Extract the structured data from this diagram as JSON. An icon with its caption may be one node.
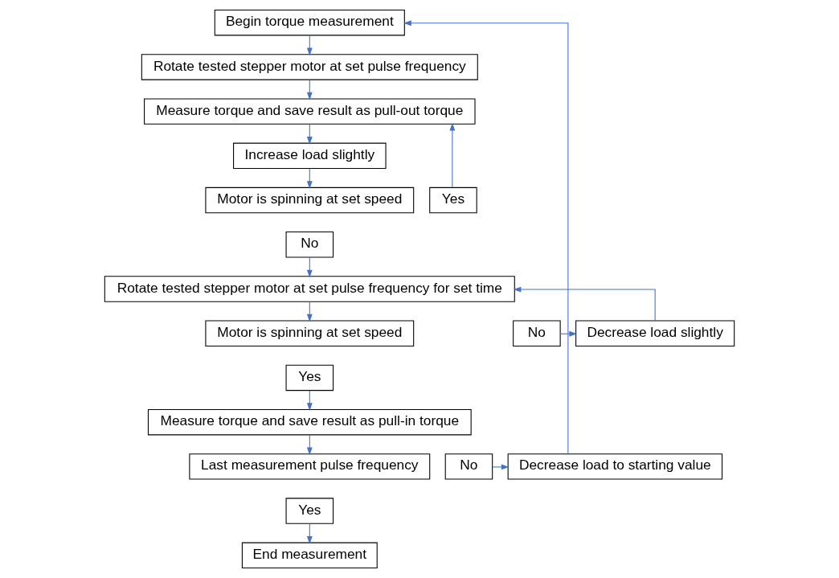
{
  "diagram": {
    "nodes": [
      {
        "text": [
          "Begin torque measurement"
        ]
      },
      {
        "text": [
          "Rotate tested stepper motor at set pulse frequency"
        ]
      },
      {
        "text": [
          "Measure torque and save result as pull-out torque"
        ]
      },
      {
        "text": [
          "Increase load slightly"
        ]
      },
      {
        "text": [
          "Motor is spinning at set speed"
        ]
      },
      {
        "text": [
          "Yes"
        ]
      },
      {
        "text": [
          "No"
        ]
      },
      {
        "text": [
          "Rotate tested stepper motor at set pulse frequency for set time"
        ]
      },
      {
        "text": [
          "Motor is spinning at set speed"
        ]
      },
      {
        "text": [
          "No"
        ]
      },
      {
        "text": [
          "Decrease load slightly"
        ]
      },
      {
        "text": [
          "Yes"
        ]
      },
      {
        "text": [
          "Measure torque and save result as pull-in torque"
        ]
      },
      {
        "text": [
          "No"
        ]
      },
      {
        "text": [
          "Last measurement pulse frequency"
        ]
      },
      {
        "text": [
          "Decrease load to starting value"
        ]
      },
      {
        "text": [
          "Yes"
        ]
      },
      {
        "text": [
          "End measurement"
        ]
      }
    ],
    "edges": [
      {
        "from": 0,
        "to": 1,
        "arrow": "to"
      },
      {
        "from": 1,
        "to": 2,
        "arrow": "to"
      },
      {
        "from": 2,
        "to": 3,
        "arrow": "to"
      },
      {
        "from": 3,
        "to": 4,
        "arrow": "to"
      },
      {
        "from": 5,
        "to": 2,
        "arrow": "to"
      },
      {
        "from": 6,
        "to": 7,
        "arrow": "to"
      },
      {
        "from": 7,
        "to": 8,
        "arrow": "to"
      },
      {
        "from": 9,
        "to": 10,
        "arrow": "to"
      },
      {
        "from": 10,
        "to": 7,
        "arrow": "to"
      },
      {
        "from": 11,
        "to": 12,
        "arrow": "to"
      },
      {
        "from": 12,
        "to": 14,
        "arrow": "to"
      },
      {
        "from": 13,
        "to": 15,
        "arrow": "to"
      },
      {
        "from": 15,
        "to": 0,
        "arrow": "to"
      },
      {
        "from": 16,
        "to": 17,
        "arrow": "to"
      }
    ]
  }
}
